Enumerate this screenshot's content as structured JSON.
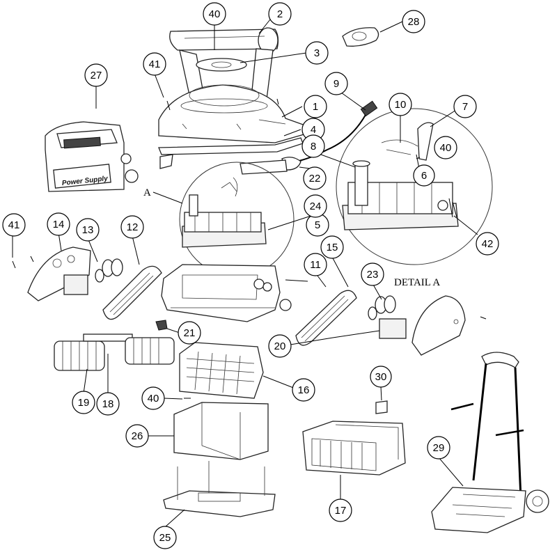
{
  "callouts": [
    {
      "num": "1"
    },
    {
      "num": "2"
    },
    {
      "num": "3"
    },
    {
      "num": "4"
    },
    {
      "num": "5"
    },
    {
      "num": "6"
    },
    {
      "num": "7"
    },
    {
      "num": "8"
    },
    {
      "num": "9"
    },
    {
      "num": "10"
    },
    {
      "num": "11"
    },
    {
      "num": "12"
    },
    {
      "num": "13"
    },
    {
      "num": "14"
    },
    {
      "num": "15"
    },
    {
      "num": "16"
    },
    {
      "num": "17"
    },
    {
      "num": "18"
    },
    {
      "num": "19"
    },
    {
      "num": "20"
    },
    {
      "num": "21"
    },
    {
      "num": "22"
    },
    {
      "num": "23"
    },
    {
      "num": "24"
    },
    {
      "num": "25"
    },
    {
      "num": "26"
    },
    {
      "num": "27"
    },
    {
      "num": "28"
    },
    {
      "num": "29"
    },
    {
      "num": "30"
    },
    {
      "num": "40"
    },
    {
      "num": "40"
    },
    {
      "num": "40"
    },
    {
      "num": "41"
    },
    {
      "num": "41"
    },
    {
      "num": "42"
    }
  ],
  "labels": {
    "detail_marker": "A",
    "detail_title": "DETAIL A",
    "power_supply_text": "Power Supply"
  }
}
